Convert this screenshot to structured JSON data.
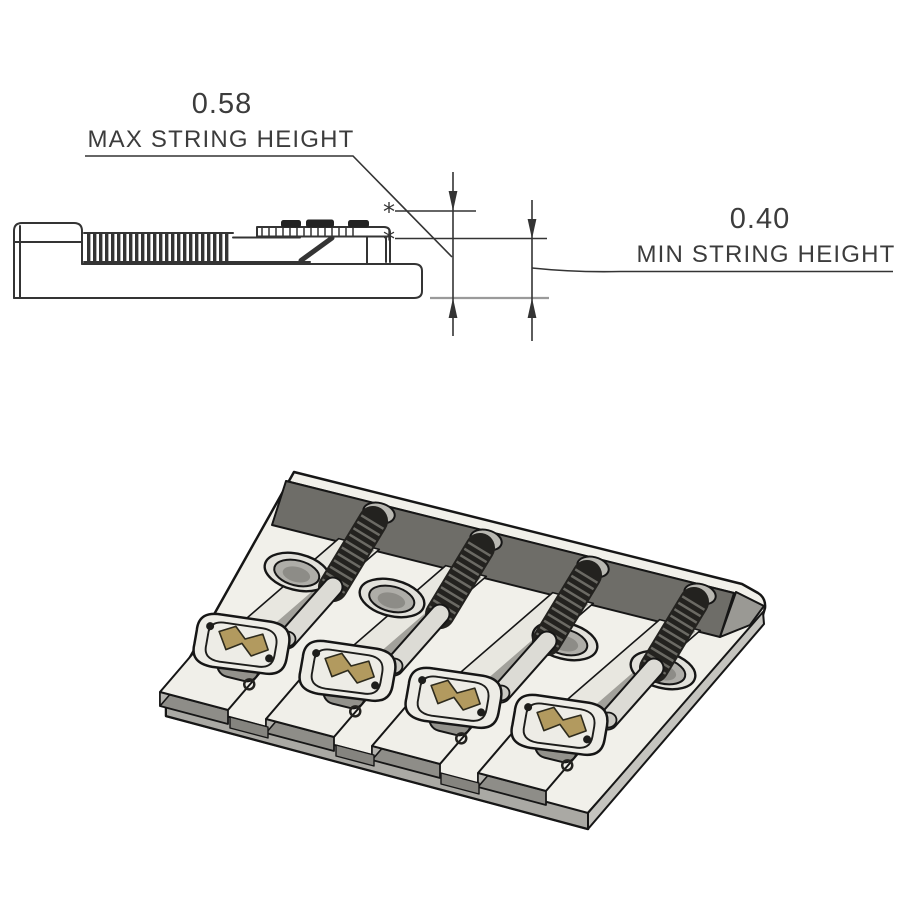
{
  "dimensions": {
    "max": {
      "value": "0.58",
      "label": "MAX STRING HEIGHT"
    },
    "min": {
      "value": "0.40",
      "label": "MIN STRING HEIGHT"
    }
  },
  "reference_marks": {
    "symbol": "*"
  },
  "colors": {
    "background": "#ffffff",
    "line": "#343434",
    "label_text": "#3c3c3c",
    "baseline_gray": "#9a9a9a",
    "plate_top": "#f1f0ea",
    "plate_side_light": "#c5c4bf",
    "plate_side_dark": "#aaa9a4",
    "wall_shadow": "#6e6d68",
    "spring_dark": "#23221f",
    "shaft_light": "#dcdbd5",
    "saddle_brass": "#b29a5f"
  }
}
